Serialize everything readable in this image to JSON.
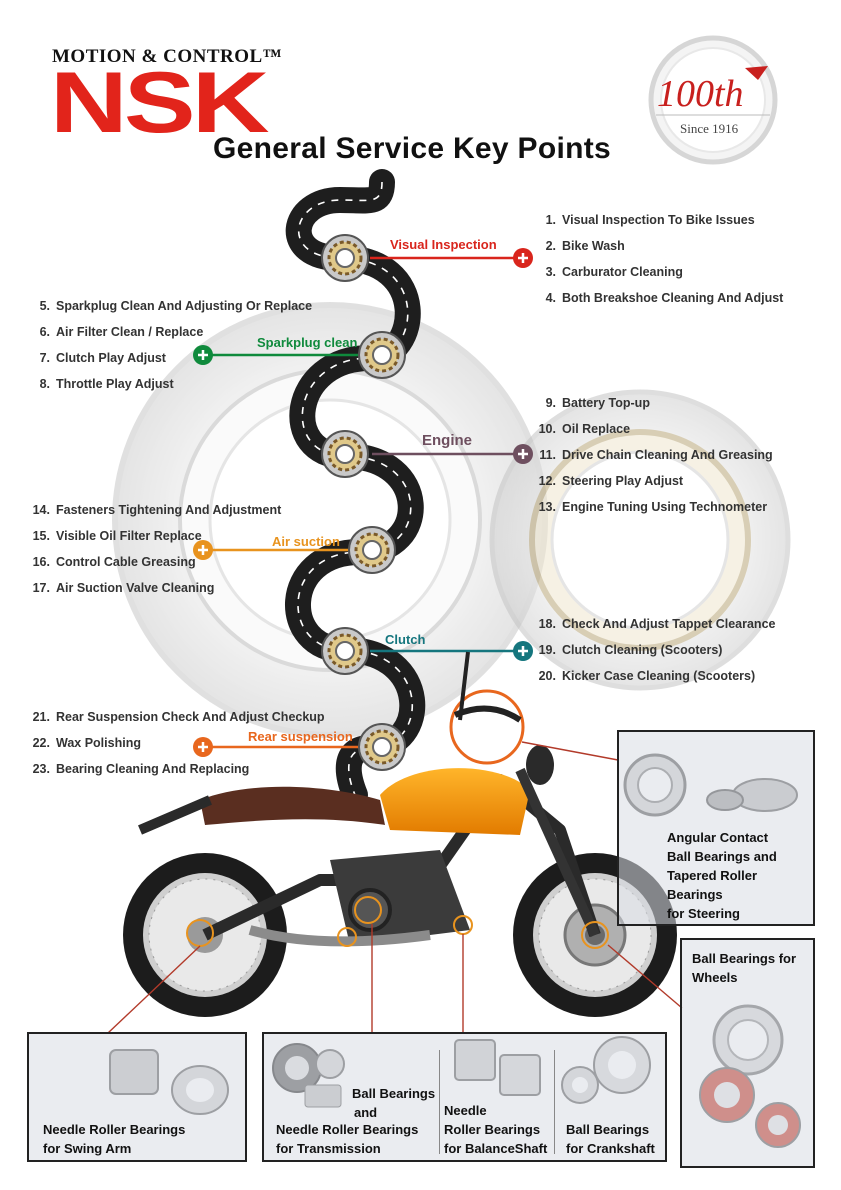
{
  "header": {
    "tagline": "MOTION & CONTROL™",
    "logo": "NSK",
    "title": "General Service Key Points"
  },
  "badge": {
    "number": "100th",
    "since": "Since 1916"
  },
  "stages": [
    {
      "label": "Visual Inspection",
      "color": "#d9251c"
    },
    {
      "label": "Sparkplug clean",
      "color": "#0f8a3c"
    },
    {
      "label": "Engine",
      "color": "#6e4f5f"
    },
    {
      "label": "Air suction",
      "color": "#e8931e"
    },
    {
      "label": "Clutch",
      "color": "#15767e"
    },
    {
      "label": "Rear suspension",
      "color": "#e8671e"
    }
  ],
  "groups": [
    {
      "items": [
        {
          "num": "1.",
          "text": "Visual Inspection To Bike Issues"
        },
        {
          "num": "2.",
          "text": "Bike Wash"
        },
        {
          "num": "3.",
          "text": "Carburator Cleaning"
        },
        {
          "num": "4.",
          "text": "Both Breakshoe Cleaning And Adjust"
        }
      ]
    },
    {
      "items": [
        {
          "num": "5.",
          "text": "Sparkplug Clean And Adjusting Or Replace"
        },
        {
          "num": "6.",
          "text": "Air Filter Clean / Replace"
        },
        {
          "num": "7.",
          "text": "Clutch Play Adjust"
        },
        {
          "num": "8.",
          "text": "Throttle Play Adjust"
        }
      ]
    },
    {
      "items": [
        {
          "num": "9.",
          "text": "Battery Top-up"
        },
        {
          "num": "10.",
          "text": "Oil Replace"
        },
        {
          "num": "11.",
          "text": "Drive Chain Cleaning And Greasing"
        },
        {
          "num": "12.",
          "text": "Steering Play Adjust"
        },
        {
          "num": "13.",
          "text": "Engine Tuning Using Technometer"
        }
      ]
    },
    {
      "items": [
        {
          "num": "14.",
          "text": "Fasteners Tightening And Adjustment"
        },
        {
          "num": "15.",
          "text": "Visible Oil Filter Replace"
        },
        {
          "num": "16.",
          "text": "Control Cable Greasing"
        },
        {
          "num": "17.",
          "text": "Air Suction Valve Cleaning"
        }
      ]
    },
    {
      "items": [
        {
          "num": "18.",
          "text": "Check And Adjust Tappet Clearance"
        },
        {
          "num": "19.",
          "text": "Clutch Cleaning (Scooters)"
        },
        {
          "num": "20.",
          "text": "Kicker Case Cleaning (Scooters)"
        }
      ]
    },
    {
      "items": [
        {
          "num": "21.",
          "text": "Rear Suspension Check And Adjust Checkup"
        },
        {
          "num": "22.",
          "text": "Wax Polishing"
        },
        {
          "num": "23.",
          "text": "Bearing Cleaning And Replacing"
        }
      ]
    }
  ],
  "panels": {
    "steering": [
      "Angular Contact",
      "Ball Bearings and",
      "Tapered Roller Bearings",
      "for Steering"
    ],
    "wheels": [
      "Ball Bearings for",
      "Wheels"
    ],
    "swing_arm": [
      "Needle Roller Bearings",
      "for Swing Arm"
    ],
    "transmission_top": [
      "Ball Bearings",
      "and"
    ],
    "transmission_bottom": [
      "Needle Roller Bearings",
      "for Transmission"
    ],
    "balance_shaft": [
      "Needle",
      "Roller Bearings",
      "for BalanceShaft"
    ],
    "crankshaft": [
      "Ball Bearings",
      "for Crankshaft"
    ]
  },
  "colors": {
    "brand_red": "#e2241b",
    "road": "#1e1e1e",
    "panel_bg": "#d8dde3"
  },
  "icons": [
    "plus-icon",
    "bearing-icon",
    "motorcycle-icon"
  ]
}
